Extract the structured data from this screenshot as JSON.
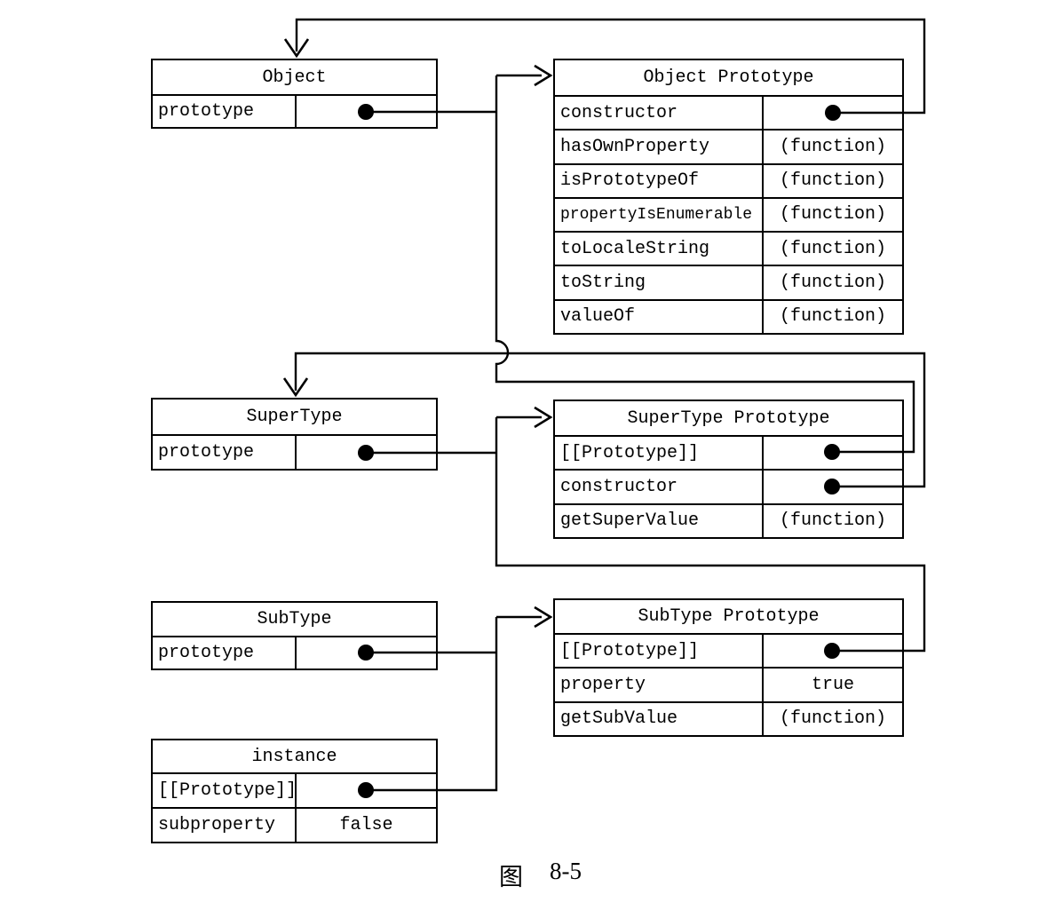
{
  "diagram": {
    "colors": {
      "ink": "#000000",
      "background": "#ffffff"
    },
    "caption": {
      "label": "图",
      "number": "8-5"
    },
    "boxes": {
      "object": {
        "title": "Object",
        "rows": [
          {
            "name": "prototype",
            "value": ""
          }
        ]
      },
      "object_prototype": {
        "title": "Object Prototype",
        "rows": [
          {
            "name": "constructor",
            "value": ""
          },
          {
            "name": "hasOwnProperty",
            "value": "(function)"
          },
          {
            "name": "isPrototypeOf",
            "value": "(function)"
          },
          {
            "name": "propertyIsEnumerable",
            "value": "(function)"
          },
          {
            "name": "toLocaleString",
            "value": "(function)"
          },
          {
            "name": "toString",
            "value": "(function)"
          },
          {
            "name": "valueOf",
            "value": "(function)"
          }
        ]
      },
      "supertype": {
        "title": "SuperType",
        "rows": [
          {
            "name": "prototype",
            "value": ""
          }
        ]
      },
      "supertype_prototype": {
        "title": "SuperType Prototype",
        "rows": [
          {
            "name": "[[Prototype]]",
            "value": ""
          },
          {
            "name": "constructor",
            "value": ""
          },
          {
            "name": "getSuperValue",
            "value": "(function)"
          }
        ]
      },
      "subtype": {
        "title": "SubType",
        "rows": [
          {
            "name": "prototype",
            "value": ""
          }
        ]
      },
      "subtype_prototype": {
        "title": "SubType Prototype",
        "rows": [
          {
            "name": "[[Prototype]]",
            "value": ""
          },
          {
            "name": "property",
            "value": "true"
          },
          {
            "name": "getSubValue",
            "value": "(function)"
          }
        ]
      },
      "instance": {
        "title": "instance",
        "rows": [
          {
            "name": "[[Prototype]]",
            "value": ""
          },
          {
            "name": "subproperty",
            "value": "false"
          }
        ]
      }
    },
    "links": [
      {
        "from": "Object.prototype",
        "to": "Object Prototype"
      },
      {
        "from": "Object Prototype.constructor",
        "to": "Object"
      },
      {
        "from": "SuperType.prototype",
        "to": "SuperType Prototype"
      },
      {
        "from": "SuperType Prototype.[[Prototype]]",
        "to": "Object Prototype"
      },
      {
        "from": "SuperType Prototype.constructor",
        "to": "SuperType"
      },
      {
        "from": "SubType.prototype",
        "to": "SubType Prototype"
      },
      {
        "from": "SubType Prototype.[[Prototype]]",
        "to": "SuperType Prototype"
      },
      {
        "from": "instance.[[Prototype]]",
        "to": "SubType Prototype"
      }
    ]
  }
}
